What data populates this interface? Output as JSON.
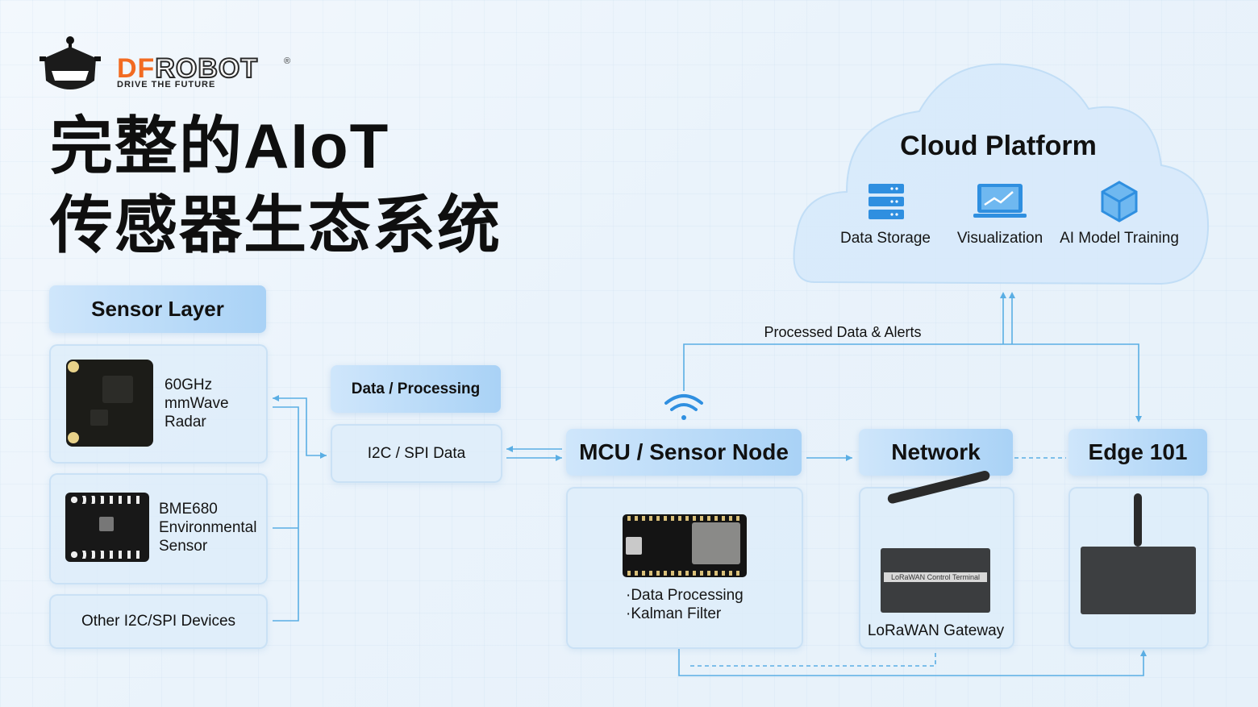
{
  "brand": {
    "name_part1": "DF",
    "name_part2": "ROBOT",
    "registered": "®",
    "tagline": "DRIVE THE FUTURE"
  },
  "title": {
    "line1": "完整的AIoT",
    "line2": "传感器生态系统"
  },
  "sensor_layer": {
    "header": "Sensor Layer",
    "radar": {
      "line1": "60GHz",
      "line2": "mmWave",
      "line3": "Radar"
    },
    "bme": {
      "line1": "BME680",
      "line2": "Environmental",
      "line3": "Sensor"
    },
    "other": "Other I2C/SPI Devices"
  },
  "data_processing": {
    "header": "Data / Processing",
    "bus": "I2C / SPI Data"
  },
  "mcu": {
    "header": "MCU / Sensor Node",
    "item1": "·Data Processing",
    "item2": "·Kalman Filter"
  },
  "network": {
    "header": "Network",
    "device_label": "LoRaWAN Gateway",
    "device_screen_text": "LoRaWAN Control Terminal"
  },
  "edge": {
    "header": "Edge 101"
  },
  "cloud": {
    "title": "Cloud Platform",
    "items": [
      {
        "label": "Data Storage",
        "icon": "server-icon"
      },
      {
        "label": "Visualization",
        "icon": "monitor-chart-icon"
      },
      {
        "label": "AI Model Training",
        "icon": "cube-icon"
      }
    ]
  },
  "flow_label": "Processed Data & Alerts",
  "colors": {
    "accent_orange": "#f26b22",
    "line_blue": "#5aaee4",
    "icon_blue": "#2f8fe0"
  }
}
